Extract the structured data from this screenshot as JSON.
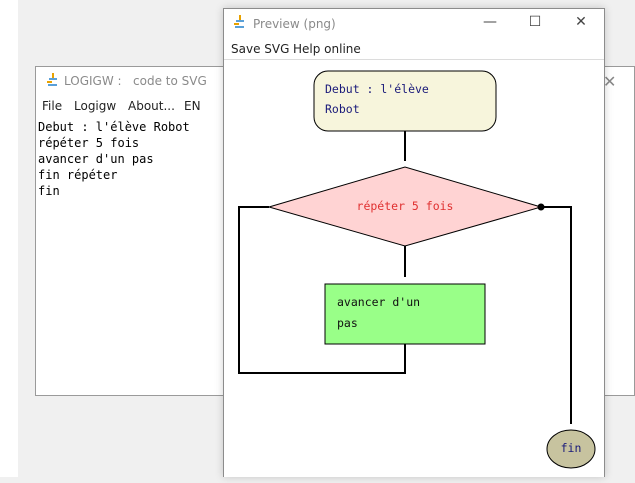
{
  "back_window": {
    "title": "LOGIGW :   code to SVG",
    "menu": [
      "File",
      "Logigw",
      "About...",
      "EN"
    ],
    "code_lines": [
      "Debut : l'élève Robot",
      "répéter 5 fois",
      "avancer d'un pas",
      "fin répéter",
      "fin"
    ]
  },
  "front_window": {
    "title": "Preview (png)",
    "menu": [
      "Save SVG",
      "Help online"
    ],
    "controls": {
      "minimize": "—",
      "maximize": "☐",
      "close": "✕"
    }
  },
  "flowchart": {
    "start_line1": "Debut : l'élève",
    "start_line2": "Robot",
    "loop_label": "répéter 5 fois",
    "action_line1": "avancer d'un",
    "action_line2": "pas",
    "end_label": "fin"
  },
  "colors": {
    "start_fill": "#f7f5dc",
    "loop_fill": "#ffd3d3",
    "loop_text": "#e03030",
    "action_fill": "#99ff88",
    "end_fill": "#c7c39f",
    "start_text": "#1a1a7a"
  }
}
